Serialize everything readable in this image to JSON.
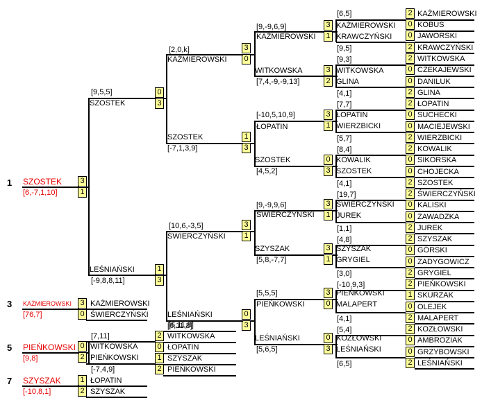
{
  "places": {
    "p1": {
      "num": "1",
      "name": "SZOSTEK",
      "score": "[6,-7,1,10]"
    },
    "p3": {
      "num": "3",
      "name": "KAŻMIEROWSKI",
      "score": "[76,7]"
    },
    "p5": {
      "num": "5",
      "name": "PIEŃKOWSKI",
      "score": "[9,8]"
    },
    "p7": {
      "num": "7",
      "name": "SZYSZAK",
      "score": "[-10,8,1]"
    }
  },
  "final": {
    "top_set": "3",
    "bottom_set": "1"
  },
  "r1": [
    {
      "top": "KAŻMIEROWSKI",
      "tset": "2",
      "bot": "KOBUS",
      "bset": "0",
      "score": "[6,5]"
    },
    {
      "top": "JAWORSKI",
      "tset": "0",
      "bot": "KRAWCZYŃSKI",
      "bset": "2",
      "score": "[9,5]"
    },
    {
      "top": "WITKOWSKA",
      "tset": "2",
      "bot": "CZEKAJEWSKI",
      "bset": "0",
      "score": "[9,3]"
    },
    {
      "top": "DANILUK",
      "tset": "0",
      "bot": "GLINA",
      "bset": "2",
      "score": "[4,1]"
    },
    {
      "top": "ŁOPATIN",
      "tset": "2",
      "bot": "SUCHECKI",
      "bset": "0",
      "score": "[7,7]"
    },
    {
      "top": "MACIEJEWSKI",
      "tset": "0",
      "bot": "WIERZBICKI",
      "bset": "2",
      "score": "[5,7]"
    },
    {
      "top": "KOWALIK",
      "tset": "2",
      "bot": "SIKORSKA",
      "bset": "0",
      "score": "[8,4]"
    },
    {
      "top": "CHOJECKA",
      "tset": "0",
      "bot": "SZOSTEK",
      "bset": "2",
      "score": "[4,1]"
    },
    {
      "top": "ŚWIERCZYŃSKI",
      "tset": "2",
      "bot": "KALISKI",
      "bset": "0",
      "score": "[19,7]"
    },
    {
      "top": "ZAWADZKA",
      "tset": "0",
      "bot": "JUREK",
      "bset": "2",
      "score": "[1,1]"
    },
    {
      "top": "SZYSZAK",
      "tset": "2",
      "bot": "GÓRSKI",
      "bset": "0",
      "score": "[4,8]"
    },
    {
      "top": "ZADYGOWICZ",
      "tset": "0",
      "bot": "GRYGIEL",
      "bset": "2",
      "score": "[3,0]"
    },
    {
      "top": "PIEŃKOWSKI",
      "tset": "2",
      "bot": "SKURZAK",
      "bset": "1",
      "score": "[-10,9,3]"
    },
    {
      "top": "OLEJEK",
      "tset": "0",
      "bot": "MALAPERT",
      "bset": "2",
      "score": "[4,1]"
    },
    {
      "top": "KOZŁOWSKI",
      "tset": "2",
      "bot": "AMBROZIAK",
      "bset": "0",
      "score": "[5,4]"
    },
    {
      "top": "GRZYBOWSKI",
      "tset": "0",
      "bot": "LEŚNIAŃSKI",
      "bset": "2",
      "score": "[6,5]"
    }
  ],
  "r2": [
    {
      "top": "KAŻMIEROWSKI",
      "tset": "3",
      "bot": "KRAWCZYŃSKI",
      "bset": "1"
    },
    {
      "top": "WITKOWSKA",
      "tset": "3",
      "bot": "GLINA",
      "bset": "2"
    },
    {
      "top": "ŁOPATIN",
      "tset": "3",
      "bot": "WIERZBICKI",
      "bset": "1"
    },
    {
      "top": "KOWALIK",
      "tset": "0",
      "bot": "SZOSTEK",
      "bset": "3"
    },
    {
      "top": "ŚWIERCZYŃSKI",
      "tset": "3",
      "bot": "JUREK",
      "bset": "1"
    },
    {
      "top": "SZYSZAK",
      "tset": "3",
      "bot": "GRYGIEL",
      "bset": "1"
    },
    {
      "top": "PIEŃKOWSKI",
      "tset": "3",
      "bot": "MALAPERT",
      "bset": "0"
    },
    {
      "top": "KOZŁOWSKI",
      "tset": "0",
      "bot": "LEŚNIAŃSKI",
      "bset": "3"
    }
  ],
  "r2_winners": [
    {
      "name": "KAŻMIEROWSKI",
      "score": "[9,-9,6,9]"
    },
    {
      "name": "WITKOWSKA",
      "score": "[7,4,-9,-9,13]"
    },
    {
      "name": "ŁOPATIN",
      "score": "[-10,5,10,9]"
    },
    {
      "name": "SZOSTEK",
      "score": "[4,5,2]"
    },
    {
      "name": "ŚWIERCZYŃSKI",
      "score": "[9,-9,9,6]"
    },
    {
      "name": "SZYSZAK",
      "score": "[5,8,-7,7]"
    },
    {
      "name": "PIEŃKOWSKI",
      "score": "[5,5,5]"
    },
    {
      "name": "LEŚNIAŃSKI",
      "score": "[5,6,5]"
    }
  ],
  "r3": [
    {
      "tset": "3",
      "bset": "0"
    },
    {
      "tset": "1",
      "bset": "3"
    },
    {
      "tset": "3",
      "bset": "1"
    },
    {
      "tset": "0",
      "bset": "3"
    }
  ],
  "r3_winners": [
    {
      "name": "KAŻMIEROWSKI",
      "score": "[2,0,k]"
    },
    {
      "name": "SZOSTEK",
      "score": "[-7,1,3,9]"
    },
    {
      "name": "ŚWIERCZYŃSKI",
      "score": "[10,6,-3,5]"
    },
    {
      "name": "LEŚNIAŃSKI",
      "score": "[6,11,8]"
    }
  ],
  "r4": [
    {
      "tset": "0",
      "bset": "3"
    },
    {
      "tset": "1",
      "bset": "3"
    }
  ],
  "r4_winners": [
    {
      "name": "SZOSTEK",
      "score": "[9,5,5]"
    },
    {
      "name": "LEŚNIAŃSKI",
      "score": "[-9,8,8,11]"
    }
  ],
  "third": {
    "top": "KAŻMIEROWSKI",
    "tset": "3",
    "bot": "ŚWIERCZYŃSKI",
    "bset": "0"
  },
  "fifth_semis": [
    {
      "top": "WITKOWSKA",
      "tset": "2",
      "bot": "ŁOPATIN",
      "bset": "0",
      "score": "[6,11,8]"
    },
    {
      "top": "SZYSZAK",
      "tset": "1",
      "bot": "PIEŃKOWSKI",
      "bset": "2",
      "score": "[-7,4,9]"
    }
  ],
  "fifth_final": {
    "top": "WITKOWSKA",
    "tset": "0",
    "bot": "PIEŃKOWSKI",
    "bset": "2",
    "score": "[7,11]"
  },
  "seventh": {
    "top": "ŁOPATIN",
    "tset": "1",
    "bot": "SZYSZAK",
    "bset": "2"
  }
}
